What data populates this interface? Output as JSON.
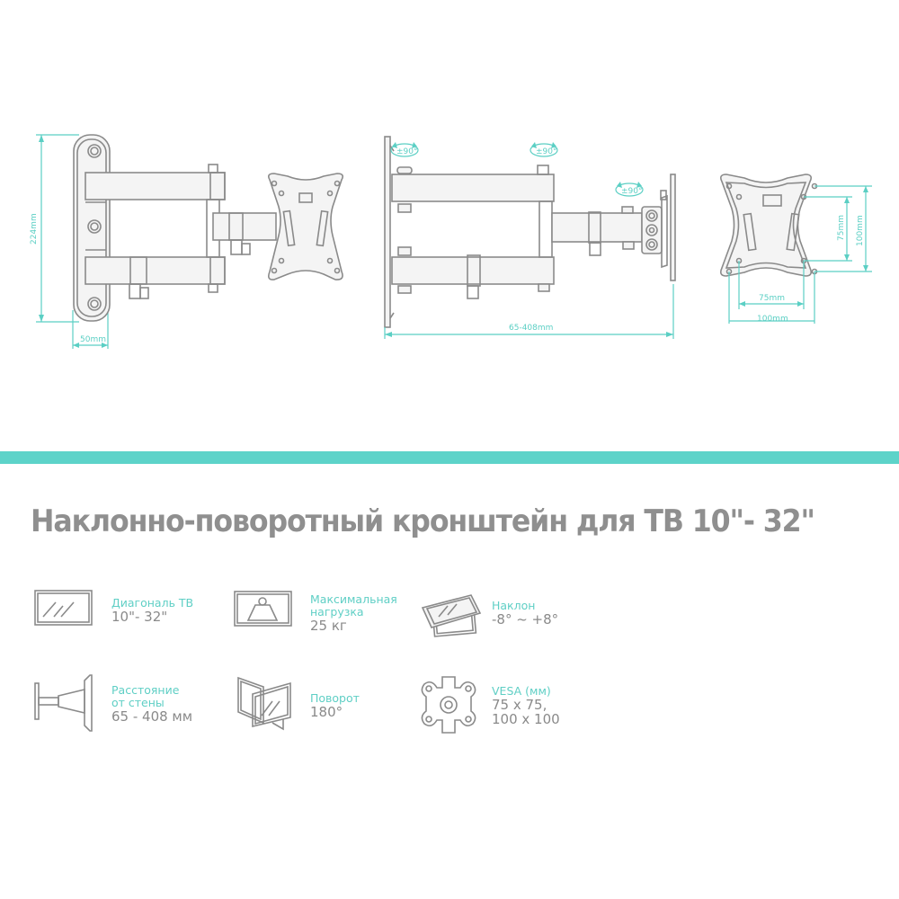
{
  "colors": {
    "accent": "#5dd3c9",
    "line": "#8a8a8a",
    "title": "#8f8f8f"
  },
  "drawings": {
    "side_view": {
      "height_label": "224mm",
      "depth_label": "50mm"
    },
    "top_view": {
      "rotation_labels": [
        "±90°",
        "±90°",
        "±90°"
      ],
      "extension_label": "65-408mm"
    },
    "vesa_plate": {
      "inner_width_label": "75mm",
      "outer_width_label": "100mm",
      "inner_height_label": "75mm",
      "outer_height_label": "100mm"
    }
  },
  "title": "Наклонно-поворотный кронштейн для ТВ 10\"- 32\"",
  "features": [
    {
      "icon": "tv-screen-icon",
      "label": "Диагональ ТВ",
      "value": "10\"- 32\""
    },
    {
      "icon": "weight-icon",
      "label": "Максимальная нагрузка",
      "label_lines": [
        "Максимальная",
        "нагрузка"
      ],
      "value": "25 кг"
    },
    {
      "icon": "tilt-icon",
      "label": "Наклон",
      "value": "-8° ~ +8°"
    },
    {
      "icon": "wall-distance-icon",
      "label": "Расстояние от стены",
      "label_lines": [
        "Расстояние",
        "от стены"
      ],
      "value": "65 - 408 мм"
    },
    {
      "icon": "swivel-icon",
      "label": "Поворот",
      "value": "180°"
    },
    {
      "icon": "vesa-icon",
      "label": "VESA (мм)",
      "value": "75 x 75,",
      "value_lines": [
        "75 x 75,",
        "100 x 100"
      ]
    }
  ]
}
